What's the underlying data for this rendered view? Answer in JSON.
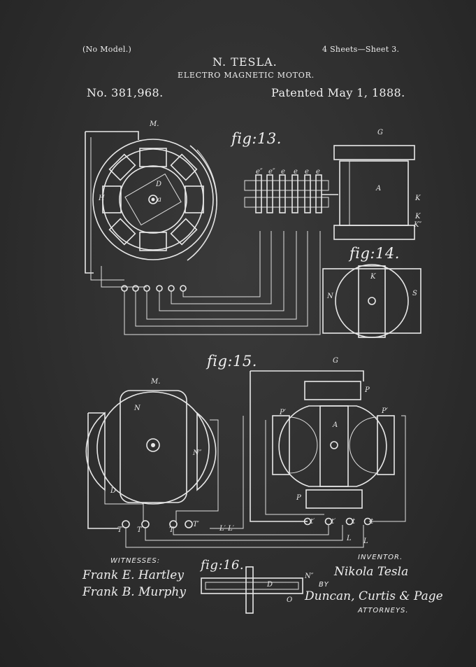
{
  "header": {
    "no_model": "(No Model.)",
    "sheets": "4 Sheets—Sheet 3.",
    "inventor_name": "N. TESLA.",
    "title": "ELECTRO MAGNETIC MOTOR.",
    "patent_number": "No. 381,968.",
    "patent_date": "Patented May 1, 1888."
  },
  "figures": {
    "fig13": "fig:13.",
    "fig14": "fig:14.",
    "fig15": "fig:15.",
    "fig16": "fig:16."
  },
  "footer": {
    "witnesses_label": "WITNESSES:",
    "witness1": "Frank E. Hartley",
    "witness2": "Frank B. Murphy",
    "inventor_label": "INVENTOR.",
    "inventor_signature": "Nikola Tesla",
    "by": "BY",
    "attorneys_signature": "Duncan, Curtis & Page",
    "attorneys_label": "ATTORNEYS."
  },
  "colors": {
    "background": "#2e2e2e",
    "ink": "#ececec"
  }
}
